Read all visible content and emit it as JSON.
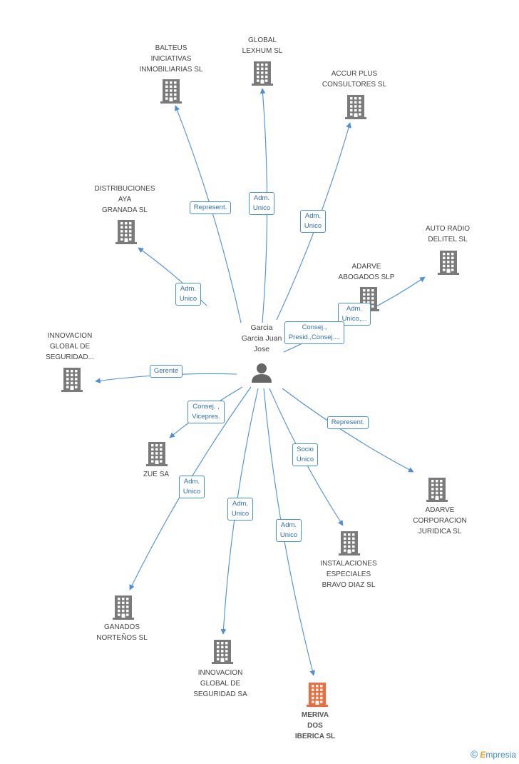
{
  "colors": {
    "edge": "#4a90d9",
    "building": "#7a7a7a",
    "highlight": "#f06a3a",
    "person": "#666666"
  },
  "center": {
    "label": "Garcia\nGarcia Juan\nJose",
    "icon": "person-icon"
  },
  "nodes": [
    {
      "id": "balteus",
      "label": "BALTEUS\nINICIATIVAS\nINMOBILIARIAS SL",
      "icon": "building-icon"
    },
    {
      "id": "global-lexhum",
      "label": "GLOBAL\nLEXHUM  SL",
      "icon": "building-icon"
    },
    {
      "id": "accur-plus",
      "label": "ACCUR PLUS\nCONSULTORES SL",
      "icon": "building-icon"
    },
    {
      "id": "distribuciones-aya",
      "label": "DISTRIBUCIONES\nAYA\nGRANADA SL",
      "icon": "building-icon"
    },
    {
      "id": "auto-radio",
      "label": "AUTO RADIO\nDELITEL  SL",
      "icon": "building-icon"
    },
    {
      "id": "adarve-abogados",
      "label": "ADARVE\nABOGADOS SLP",
      "icon": "building-icon"
    },
    {
      "id": "innovacion-1",
      "label": "INNOVACION\nGLOBAL DE\nSEGURIDAD...",
      "icon": "building-icon"
    },
    {
      "id": "zue",
      "label": "ZUE SA",
      "icon": "building-icon"
    },
    {
      "id": "adarve-corp",
      "label": "ADARVE\nCORPORACION\nJURIDICA SL",
      "icon": "building-icon"
    },
    {
      "id": "instalaciones",
      "label": "INSTALACIONES\nESPECIALES\nBRAVO DIAZ SL",
      "icon": "building-icon"
    },
    {
      "id": "ganados",
      "label": "GANADOS\nNORTEÑOS SL",
      "icon": "building-icon"
    },
    {
      "id": "innovacion-sa",
      "label": "INNOVACION\nGLOBAL DE\nSEGURIDAD SA",
      "icon": "building-icon"
    },
    {
      "id": "meriva",
      "label": "MERIVA\nDOS\nIBERICA SL",
      "icon": "building-icon",
      "highlight": true
    }
  ],
  "edges": [
    {
      "to": "balteus",
      "label": "Represent."
    },
    {
      "to": "global-lexhum",
      "label": "Adm.\nUnico"
    },
    {
      "to": "accur-plus",
      "label": "Adm.\nUnico"
    },
    {
      "to": "distribuciones-aya",
      "label": "Adm.\nUnico"
    },
    {
      "to": "auto-radio",
      "label": "Adm.\nUnico,..."
    },
    {
      "to": "adarve-abogados",
      "label": "Consej.,\nPresid.,Consej...."
    },
    {
      "to": "innovacion-1",
      "label": "Gerente"
    },
    {
      "to": "zue",
      "label": "Consej. ,\nVicepres."
    },
    {
      "to": "adarve-corp",
      "label": "Represent."
    },
    {
      "to": "instalaciones",
      "label": "Socio\nÚnico"
    },
    {
      "to": "ganados",
      "label": "Adm.\nUnico"
    },
    {
      "to": "innovacion-sa",
      "label": "Adm.\nUnico"
    },
    {
      "to": "meriva",
      "label": "Adm.\nUnico"
    }
  ],
  "watermark": {
    "symbol": "©",
    "initial": "E",
    "rest": "mpresia"
  }
}
